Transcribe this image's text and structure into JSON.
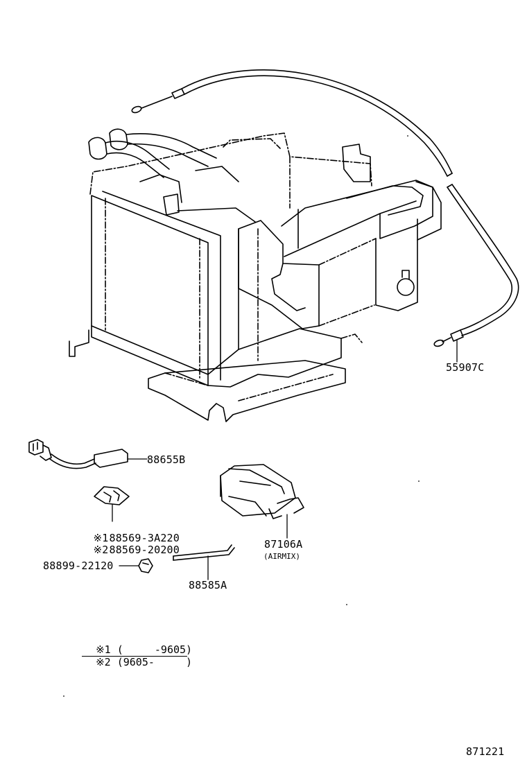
{
  "parts": {
    "harness_55907c": "55907C",
    "sensor_88655b": "88655B",
    "clamp_line_1": {
      "mark": "※1",
      "number": "88569-3A220"
    },
    "clamp_line_2": {
      "mark": "※2",
      "number": "88569-20200"
    },
    "servo_87106a": "87106A",
    "servo_87106a_sub": "(AIRMIX)",
    "clip_88899": "88899-22120",
    "rod_88585a": "88585A"
  },
  "legend": {
    "row1": {
      "mark": "※1",
      "range": "(     -9605)"
    },
    "row2": {
      "mark": "※2",
      "range": "(9605-     )"
    }
  },
  "diagram_id": "871221"
}
